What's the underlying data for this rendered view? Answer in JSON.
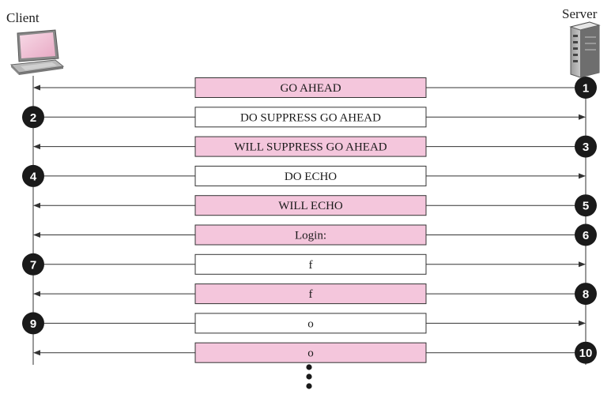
{
  "endpoints": {
    "client": "Client",
    "server": "Server"
  },
  "colors": {
    "pink_box": "#f4c6dc",
    "white_box": "#ffffff",
    "line": "#333333",
    "step_circle": "#1a1a1a"
  },
  "icons": {
    "client": "laptop-icon",
    "server": "server-tower-icon",
    "continuation": "vertical-ellipsis-icon"
  },
  "messages": [
    {
      "step": "1",
      "text": "GO AHEAD",
      "from": "server",
      "fill": "pink"
    },
    {
      "step": "2",
      "text": "DO SUPPRESS GO AHEAD",
      "from": "client",
      "fill": "white"
    },
    {
      "step": "3",
      "text": "WILL SUPPRESS GO AHEAD",
      "from": "server",
      "fill": "pink"
    },
    {
      "step": "4",
      "text": "DO ECHO",
      "from": "client",
      "fill": "white"
    },
    {
      "step": "5",
      "text": "WILL ECHO",
      "from": "server",
      "fill": "pink"
    },
    {
      "step": "6",
      "text": "Login:",
      "from": "server",
      "fill": "pink"
    },
    {
      "step": "7",
      "text": "f",
      "from": "client",
      "fill": "white"
    },
    {
      "step": "8",
      "text": "f",
      "from": "server",
      "fill": "pink"
    },
    {
      "step": "9",
      "text": "o",
      "from": "client",
      "fill": "white"
    },
    {
      "step": "10",
      "text": "o",
      "from": "server",
      "fill": "pink"
    }
  ]
}
